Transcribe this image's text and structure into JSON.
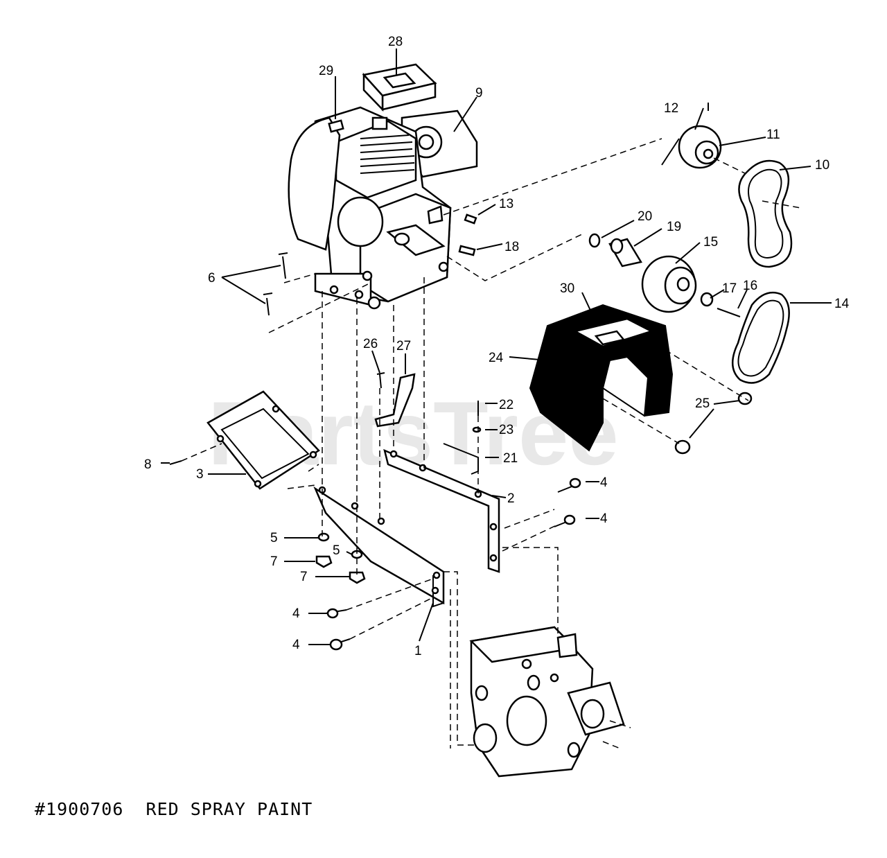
{
  "diagram": {
    "watermark": "PartsTree",
    "caption": "#1900706  RED SPRAY PAINT",
    "callouts": [
      "1",
      "2",
      "3",
      "4",
      "5",
      "6",
      "7",
      "8",
      "9",
      "10",
      "11",
      "12",
      "13",
      "14",
      "15",
      "16",
      "17",
      "18",
      "19",
      "20",
      "21",
      "22",
      "23",
      "24",
      "25",
      "26",
      "27",
      "28",
      "29",
      "30"
    ]
  }
}
